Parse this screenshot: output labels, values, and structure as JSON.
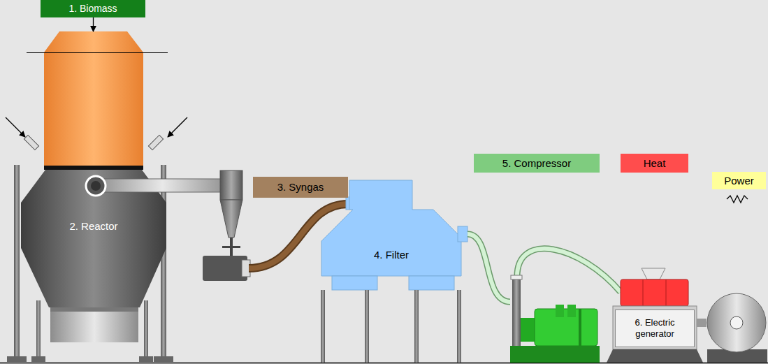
{
  "diagram": {
    "nodes": [
      {
        "text": [
          "1. Biomass"
        ]
      },
      {
        "text": [
          "2. Reactor"
        ]
      },
      {
        "text": [
          "3. Syngas"
        ]
      },
      {
        "text": [
          "4. Filter"
        ]
      },
      {
        "text": [
          "5. Compressor"
        ]
      },
      {
        "text": [
          "Heat"
        ]
      },
      {
        "text": [
          "6. Electric generator"
        ]
      },
      {
        "text": [
          "Power"
        ]
      }
    ],
    "edges": [
      {
        "from": 0,
        "to": 1,
        "arrow": "to"
      }
    ]
  }
}
